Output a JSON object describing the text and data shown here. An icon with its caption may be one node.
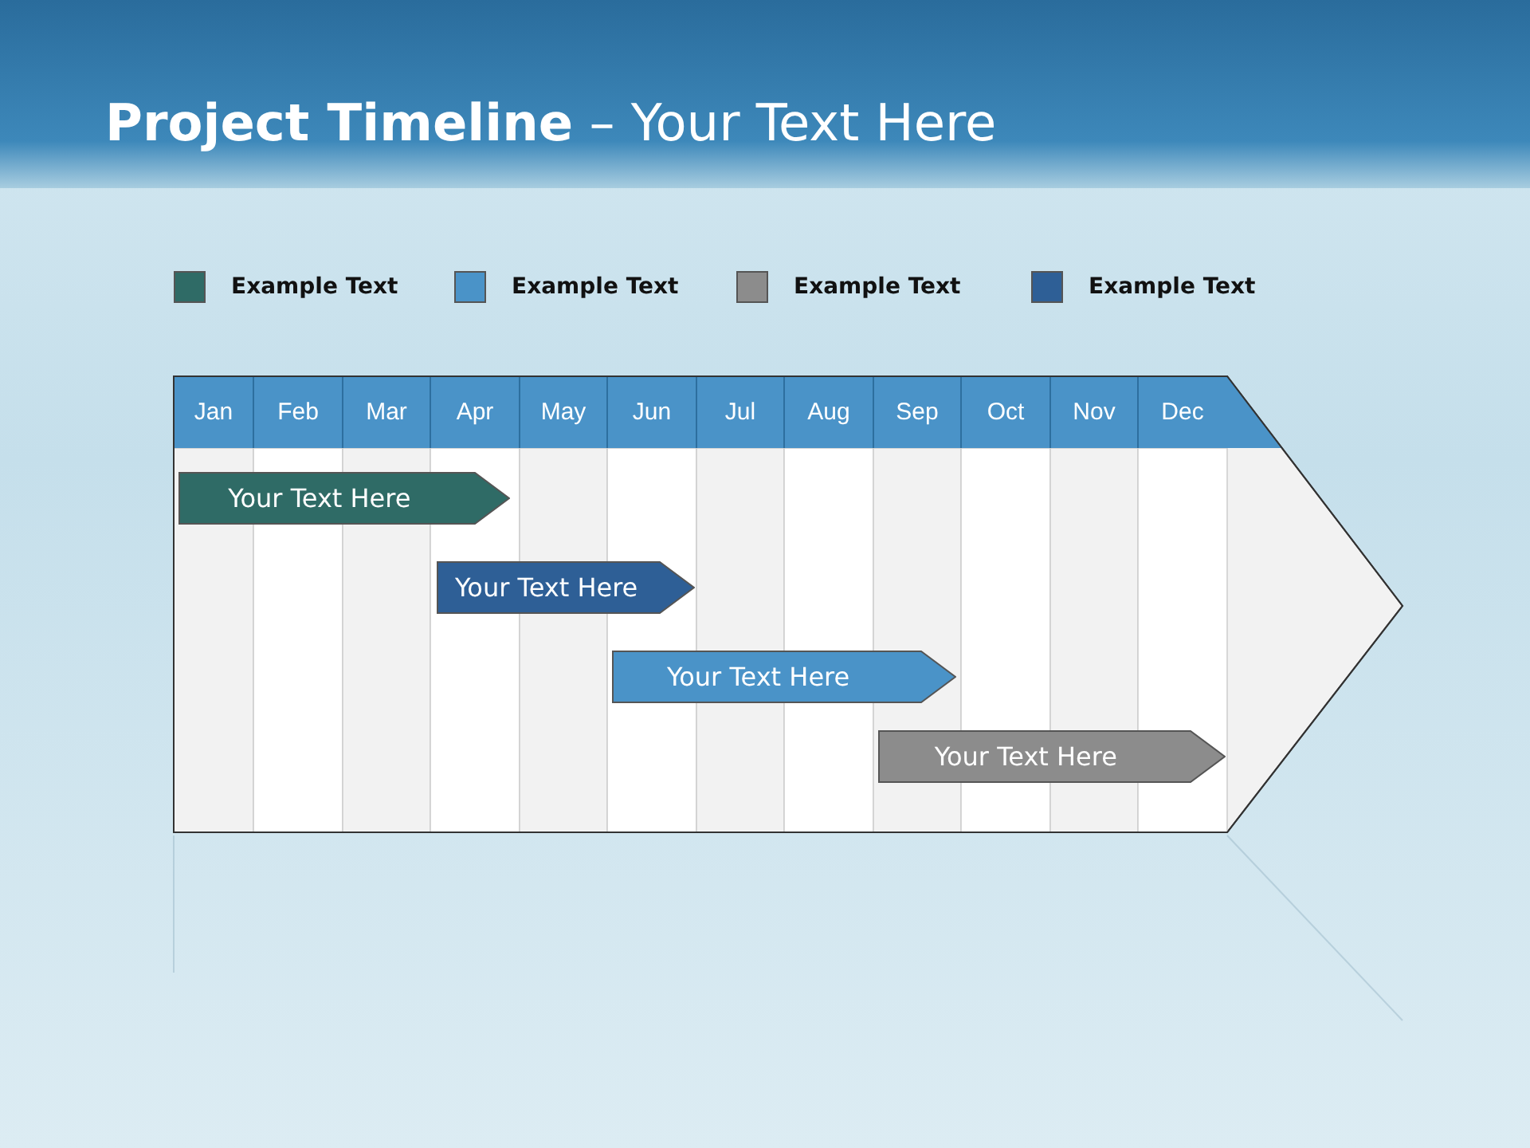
{
  "diagram": {
    "title": "**Project Timeline** – Your Text Here",
    "nodes": [
      {
        "text": [
          "Your Text Here"
        ]
      },
      {
        "text": [
          "Your Text Here"
        ]
      },
      {
        "text": [
          "Your Text Here"
        ]
      },
      {
        "text": [
          "Your Text Here"
        ]
      }
    ],
    "edges": [],
    "labels": [
      "Jan",
      "Feb",
      "Mar",
      "Apr",
      "May",
      "Jun",
      "Jul",
      "Aug",
      "Sep",
      "Oct",
      "Nov",
      "Dec"
    ],
    "legend": [
      {
        "text": "Example Text",
        "color": "#2f6b66"
      },
      {
        "text": "Example Text",
        "color": "#4a93c8"
      },
      {
        "text": "Example Text",
        "color": "#8c8c8c"
      },
      {
        "text": "Example Text",
        "color": "#2e5f96"
      }
    ]
  }
}
